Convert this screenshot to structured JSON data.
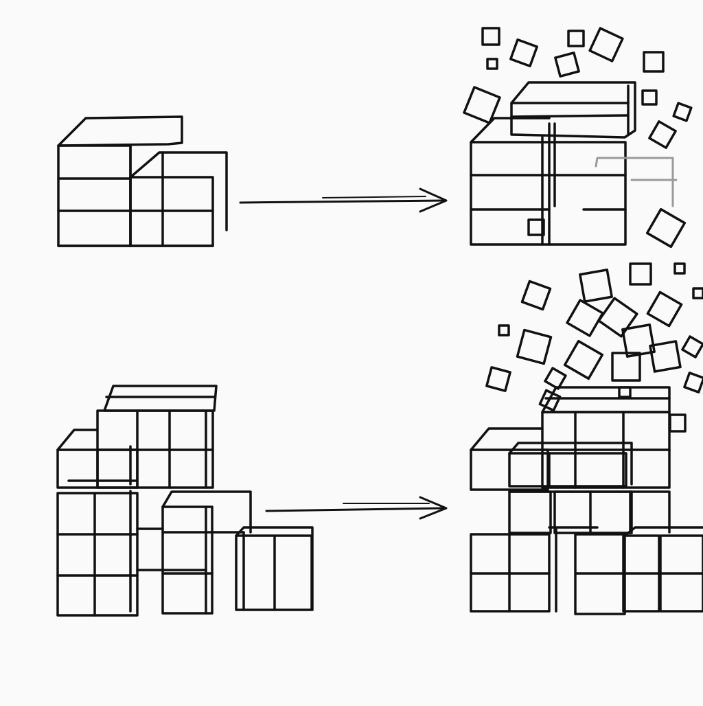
{
  "diagram": {
    "colors": {
      "background": "#fafafa",
      "line": "#111111",
      "faint_line": "#9a9a9a"
    },
    "icons": {
      "arrow": "right-arrow-icon",
      "block": "cube-icon",
      "fragment": "small-square-icon"
    },
    "rows": [
      {
        "id": "top",
        "before": "small-stacked-block-structure",
        "after": "expanded-block-structure-with-scattered-fragments"
      },
      {
        "id": "bottom",
        "before": "large-stacked-block-structure",
        "after": "expanded-block-tower-with-exploding-fragments"
      }
    ]
  }
}
